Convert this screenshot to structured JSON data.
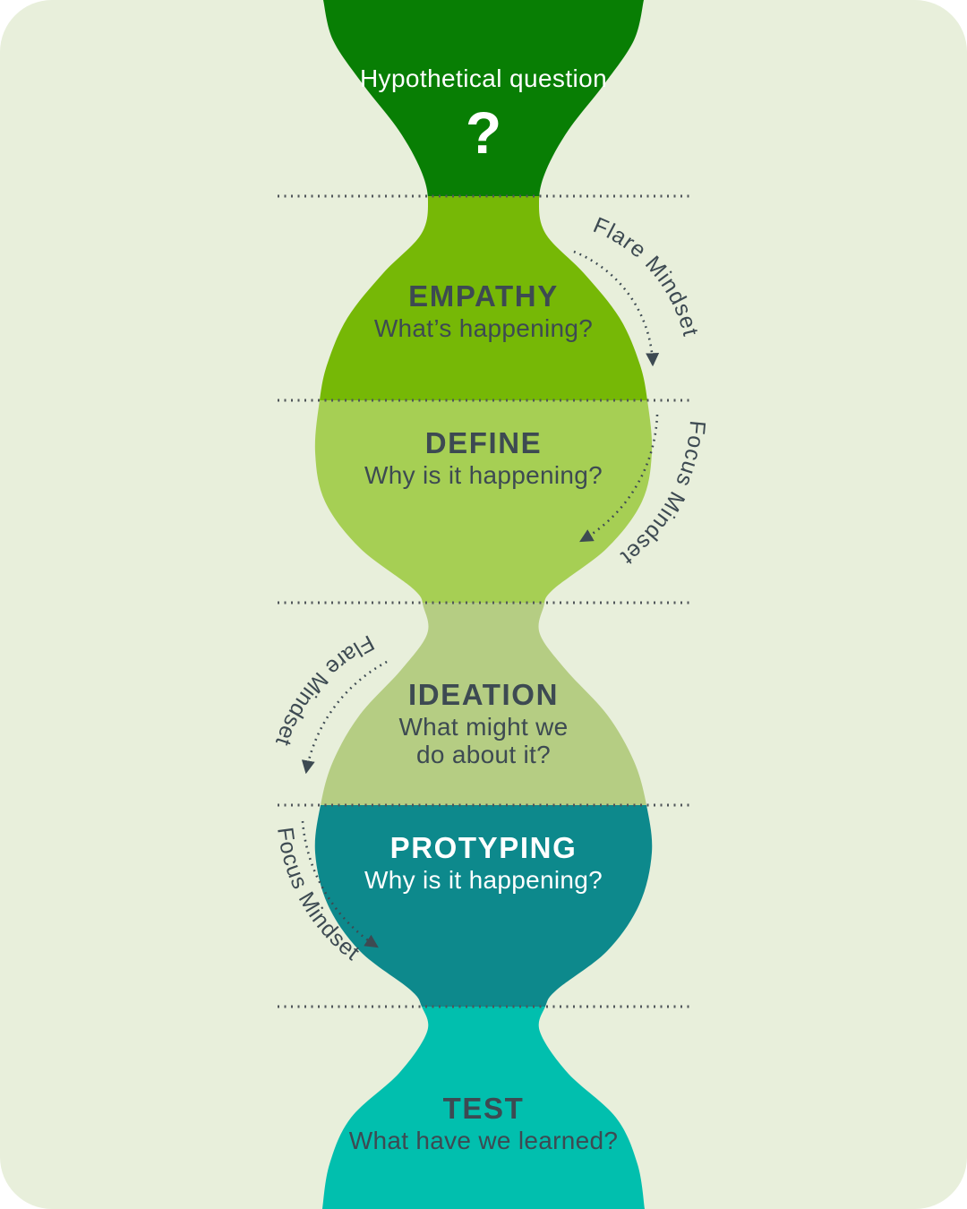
{
  "canvas": {
    "background": "#e8efdb",
    "page_background": "#ffffff",
    "divider_color": "#50565a",
    "arrow_color": "#3d4a52"
  },
  "question": {
    "label": "Hypothetical question",
    "mark": "?",
    "color": "#087e04",
    "text_color": "#ffffff"
  },
  "stages": [
    {
      "title": "EMPATHY",
      "subtitle": "What’s happening?",
      "color": "#76b806",
      "text_color": "#3d4a52"
    },
    {
      "title": "DEFINE",
      "subtitle": "Why is it happening?",
      "color": "#a6cf54",
      "text_color": "#3d4a52"
    },
    {
      "title": "IDEATION",
      "subtitle_lines": [
        "What might we",
        "do about it?"
      ],
      "color": "#b5cd83",
      "text_color": "#3d4a52"
    },
    {
      "title": "PROTYPING",
      "subtitle": "Why is it happening?",
      "color": "#0d898c",
      "text_color": "#ffffff"
    },
    {
      "title": "TEST",
      "subtitle": "What have we learned?",
      "color": "#01bfae",
      "text_color": "#3d4a52"
    }
  ],
  "mindsets": [
    {
      "text": "Flare Mindset"
    },
    {
      "text": "Focus Mindset"
    },
    {
      "text": "Flare Mindset"
    },
    {
      "text": "Focus Mindset"
    }
  ]
}
